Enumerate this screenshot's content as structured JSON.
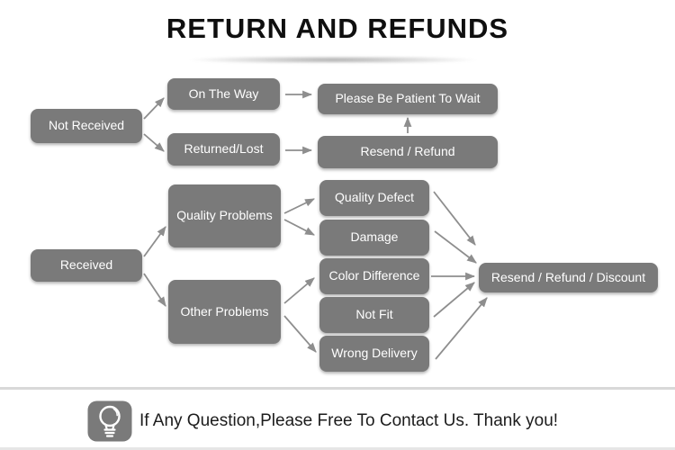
{
  "title": "RETURN AND REFUNDS",
  "colors": {
    "node_fill": "#7a7a7a",
    "node_text": "#ffffff",
    "arrow": "#8e8e8e",
    "title_text": "#0f0f0f",
    "footer_text": "#1c1c1c",
    "divider": "#d8d8d8"
  },
  "flowchart": {
    "nodes": [
      {
        "id": "not_received",
        "label": "Not Received"
      },
      {
        "id": "on_the_way",
        "label": "On The Way"
      },
      {
        "id": "returned_lost",
        "label": "Returned/Lost"
      },
      {
        "id": "please_wait",
        "label": "Please Be Patient To Wait"
      },
      {
        "id": "resend_refund",
        "label": "Resend / Refund"
      },
      {
        "id": "received",
        "label": "Received"
      },
      {
        "id": "quality_problems",
        "label": "Quality Problems"
      },
      {
        "id": "other_problems",
        "label": "Other Problems"
      },
      {
        "id": "quality_defect",
        "label": "Quality Defect"
      },
      {
        "id": "damage",
        "label": "Damage"
      },
      {
        "id": "color_difference",
        "label": "Color Difference"
      },
      {
        "id": "not_fit",
        "label": "Not Fit"
      },
      {
        "id": "wrong_delivery",
        "label": "Wrong Delivery"
      },
      {
        "id": "resend_refund_discount",
        "label": "Resend / Refund / Discount"
      }
    ],
    "edges": [
      {
        "from": "not_received",
        "to": "on_the_way"
      },
      {
        "from": "not_received",
        "to": "returned_lost"
      },
      {
        "from": "on_the_way",
        "to": "please_wait"
      },
      {
        "from": "returned_lost",
        "to": "resend_refund"
      },
      {
        "from": "resend_refund",
        "to": "please_wait"
      },
      {
        "from": "received",
        "to": "quality_problems"
      },
      {
        "from": "received",
        "to": "other_problems"
      },
      {
        "from": "quality_problems",
        "to": "quality_defect"
      },
      {
        "from": "quality_problems",
        "to": "damage"
      },
      {
        "from": "other_problems",
        "to": "color_difference"
      },
      {
        "from": "other_problems",
        "to": "wrong_delivery"
      },
      {
        "from": "quality_defect",
        "to": "resend_refund_discount"
      },
      {
        "from": "damage",
        "to": "resend_refund_discount"
      },
      {
        "from": "color_difference",
        "to": "resend_refund_discount"
      },
      {
        "from": "not_fit",
        "to": "resend_refund_discount"
      },
      {
        "from": "wrong_delivery",
        "to": "resend_refund_discount"
      }
    ]
  },
  "footer": {
    "icon": "lightbulb-icon",
    "message": "If Any Question,Please Free To Contact Us. Thank you!"
  }
}
